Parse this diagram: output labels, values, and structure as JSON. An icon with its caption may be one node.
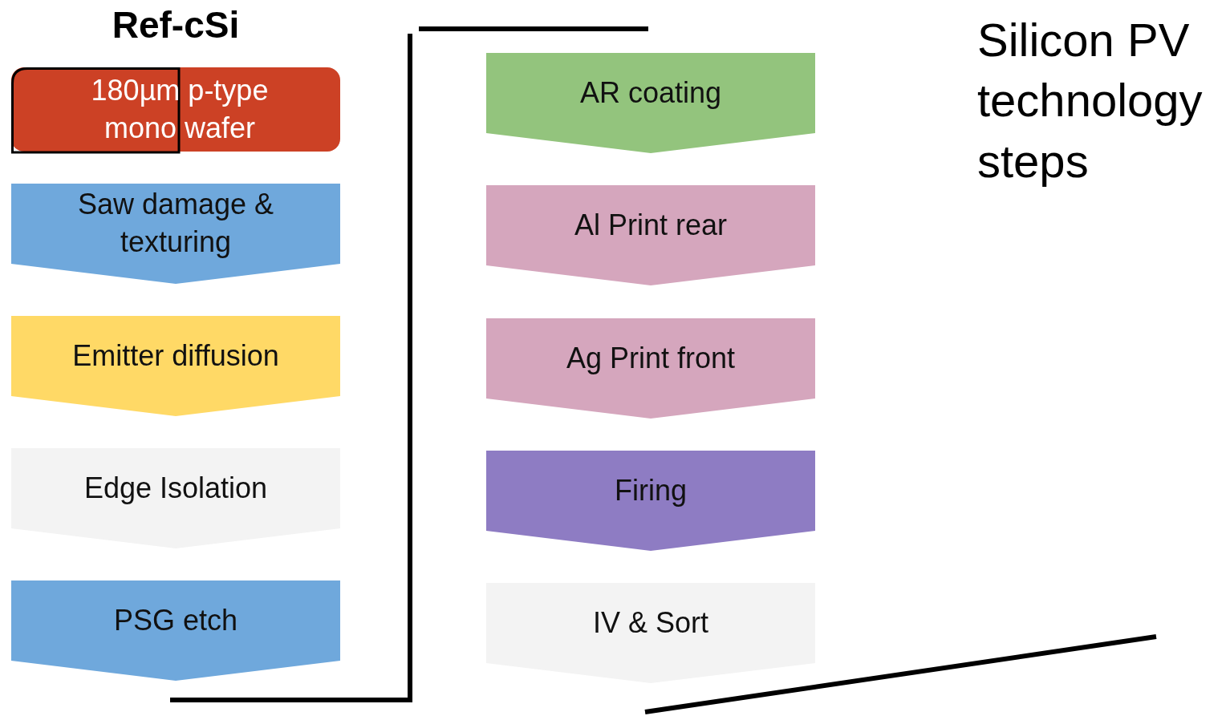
{
  "diagram": {
    "title": "Silicon PV technology steps",
    "nodes": [
      {
        "text": [
          "180µm p-type mono wafer"
        ]
      },
      {
        "text": [
          "Saw damage & texturing"
        ]
      },
      {
        "text": [
          "Emitter diffusion"
        ]
      },
      {
        "text": [
          "Edge Isolation"
        ]
      },
      {
        "text": [
          "PSG etch"
        ]
      },
      {
        "text": [
          "AR coating"
        ]
      },
      {
        "text": [
          "Al Print rear"
        ]
      },
      {
        "text": [
          "Ag Print front"
        ]
      },
      {
        "text": [
          "Firing"
        ]
      },
      {
        "text": [
          "IV & Sort"
        ]
      }
    ],
    "labels": [
      "Ref-cSi"
    ]
  }
}
